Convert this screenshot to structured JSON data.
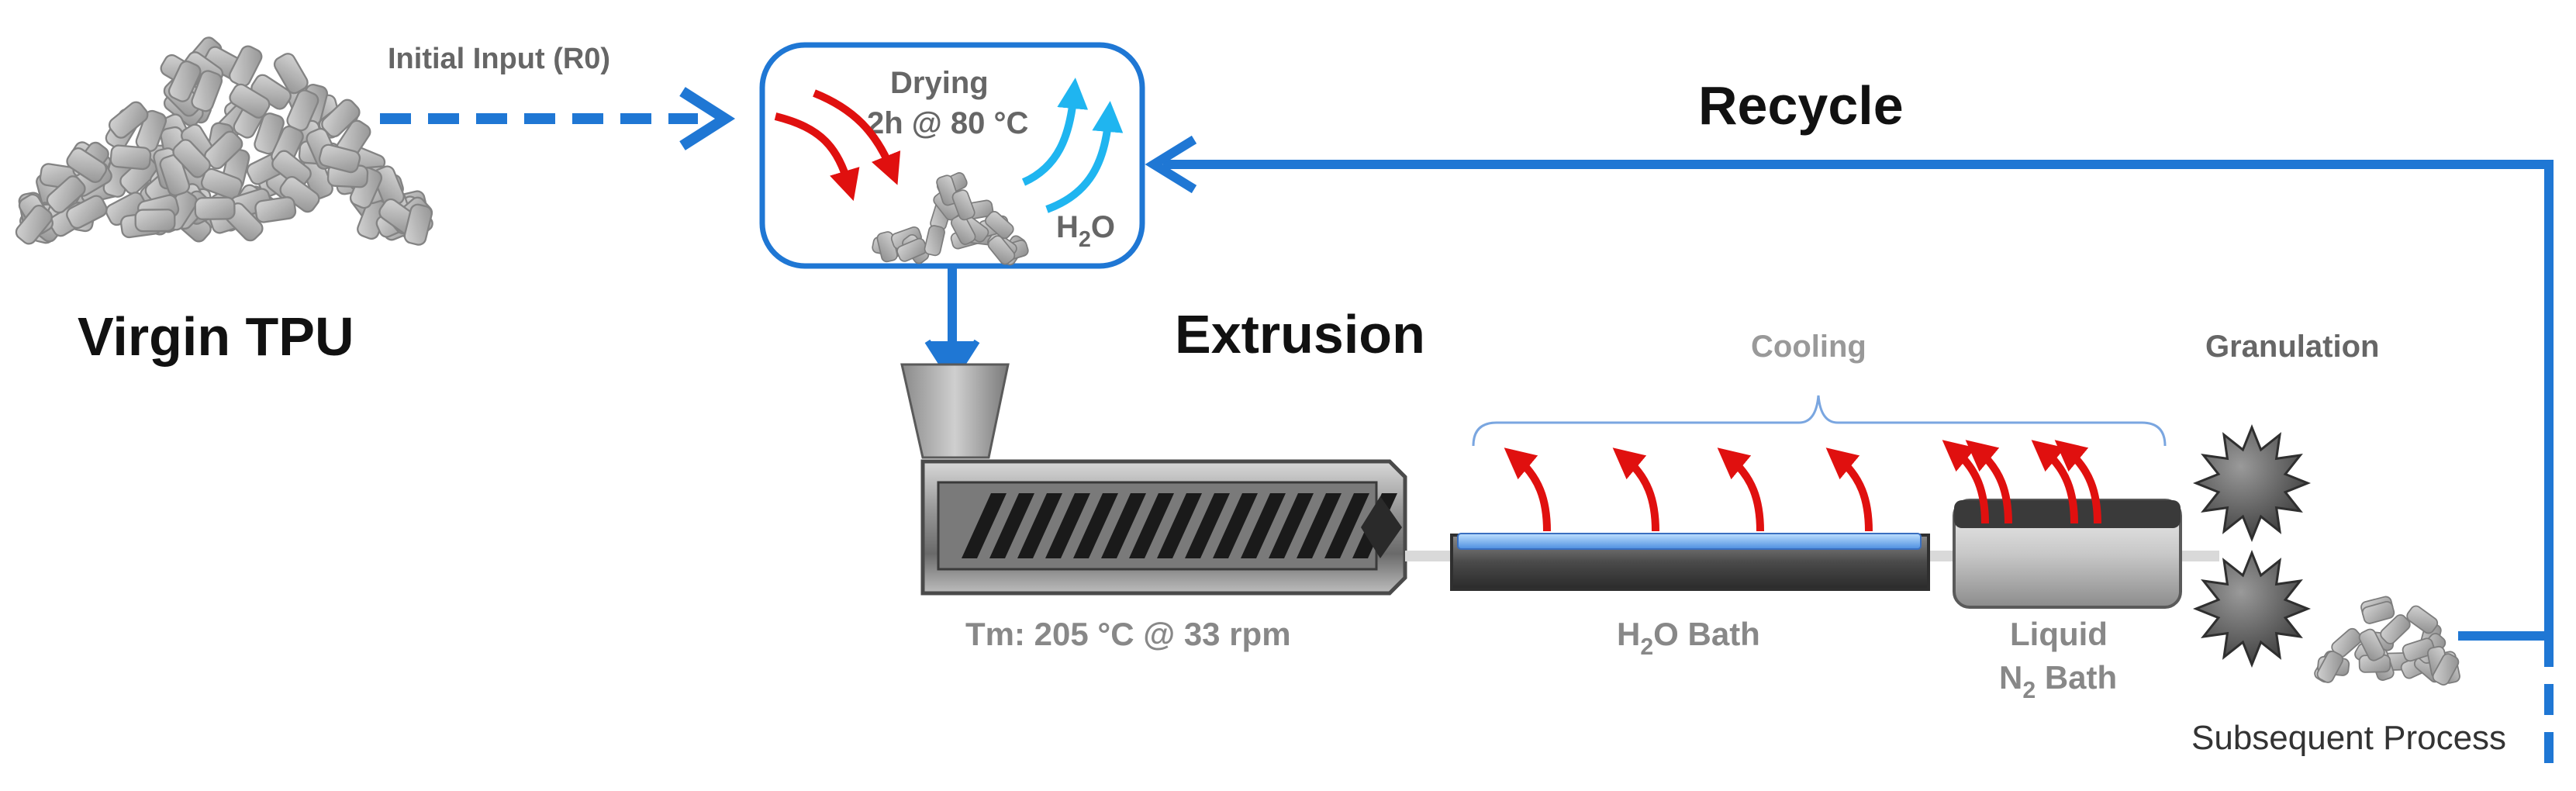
{
  "title_virgin": "Virgin TPU",
  "label_initial_input": "Initial Input (R0)",
  "label_recycle": "Recycle",
  "label_extrusion": "Extrusion",
  "drying": {
    "title": "Drying",
    "condition": "2h @ 80 °C",
    "water_main": "H",
    "water_sub": "2",
    "water_end": "O"
  },
  "label_cooling": "Cooling",
  "label_granulation": "Granulation",
  "label_tm": "Tm: 205 °C @ 33 rpm",
  "water_bath": {
    "main": "H",
    "sub": "2",
    "end": "O Bath"
  },
  "nitrogen_bath": {
    "line1": "Liquid",
    "line2_main": "N",
    "line2_sub": "2",
    "line2_end": " Bath"
  },
  "label_subsequent": "Subsequent Process",
  "colors": {
    "flow_blue": "#1f77d4",
    "heat_red": "#e0100f",
    "water_cyan": "#1fb5f0",
    "text_dark": "#111111",
    "text_gray": "#777777",
    "bracket_blue": "#7aa6e0"
  },
  "icons": [
    "pellet-pile-icon",
    "heat-arrow-icon",
    "water-arrow-icon",
    "hopper-icon",
    "screw-extruder-icon",
    "water-bath-icon",
    "nitrogen-bath-icon",
    "granulator-cutter-icon"
  ]
}
